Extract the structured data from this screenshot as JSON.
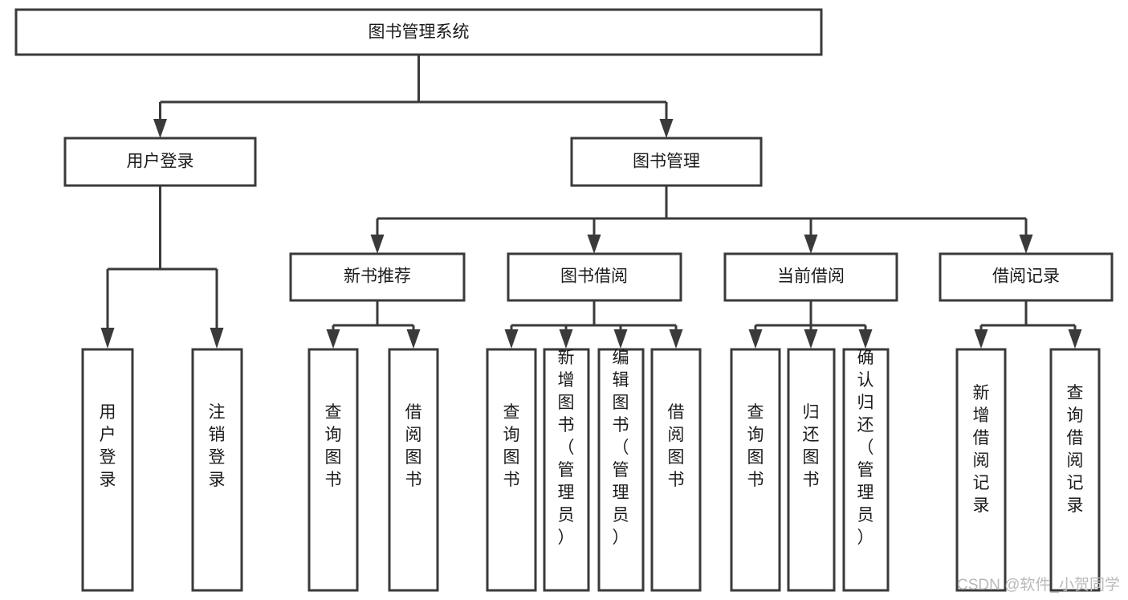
{
  "diagram": {
    "type": "tree-hierarchy",
    "title": "图书管理系统",
    "root": {
      "id": "root",
      "label": "图书管理系统",
      "orientation": "horizontal"
    },
    "level1": [
      {
        "id": "user-login",
        "label": "用户登录",
        "orientation": "horizontal"
      },
      {
        "id": "book-manage",
        "label": "图书管理",
        "orientation": "horizontal"
      }
    ],
    "level2": [
      {
        "id": "new-book-recommend",
        "label": "新书推荐",
        "orientation": "horizontal",
        "parent": "book-manage"
      },
      {
        "id": "book-borrow",
        "label": "图书借阅",
        "orientation": "horizontal",
        "parent": "book-manage"
      },
      {
        "id": "current-borrow",
        "label": "当前借阅",
        "orientation": "horizontal",
        "parent": "book-manage"
      },
      {
        "id": "borrow-record",
        "label": "借阅记录",
        "orientation": "horizontal",
        "parent": "book-manage"
      }
    ],
    "leaves": {
      "user_login": [
        {
          "id": "leaf-user-login",
          "label": "用户登录",
          "orientation": "vertical"
        },
        {
          "id": "leaf-user-logout",
          "label": "注销登录",
          "orientation": "vertical"
        }
      ],
      "new_book_recommend": [
        {
          "id": "leaf-query-book-1",
          "label": "查询图书",
          "orientation": "vertical"
        },
        {
          "id": "leaf-borrow-book-1",
          "label": "借阅图书",
          "orientation": "vertical"
        }
      ],
      "book_borrow": [
        {
          "id": "leaf-query-book-2",
          "label": "查询图书",
          "orientation": "vertical"
        },
        {
          "id": "leaf-add-book",
          "label": "新增图书（管理员）",
          "orientation": "vertical"
        },
        {
          "id": "leaf-edit-book",
          "label": "编辑图书（管理员）",
          "orientation": "vertical"
        },
        {
          "id": "leaf-borrow-book-2",
          "label": "借阅图书",
          "orientation": "vertical"
        }
      ],
      "current_borrow": [
        {
          "id": "leaf-query-book-3",
          "label": "查询图书",
          "orientation": "vertical"
        },
        {
          "id": "leaf-return-book",
          "label": "归还图书",
          "orientation": "vertical"
        },
        {
          "id": "leaf-confirm-return",
          "label": "确认归还（管理员）",
          "orientation": "vertical"
        }
      ],
      "borrow_record": [
        {
          "id": "leaf-add-record",
          "label": "新增借阅记录",
          "orientation": "vertical"
        },
        {
          "id": "leaf-query-record",
          "label": "查询借阅记录",
          "orientation": "vertical"
        }
      ]
    },
    "colors": {
      "background": "#ffffff",
      "box_fill": "#ffffff",
      "box_stroke": "#3a3a3a",
      "text": "#1b1b1b",
      "connector": "#3a3a3a",
      "watermark": "#b9b9b9"
    }
  },
  "watermark": {
    "text": "CSDN @软件_小贺同学"
  }
}
